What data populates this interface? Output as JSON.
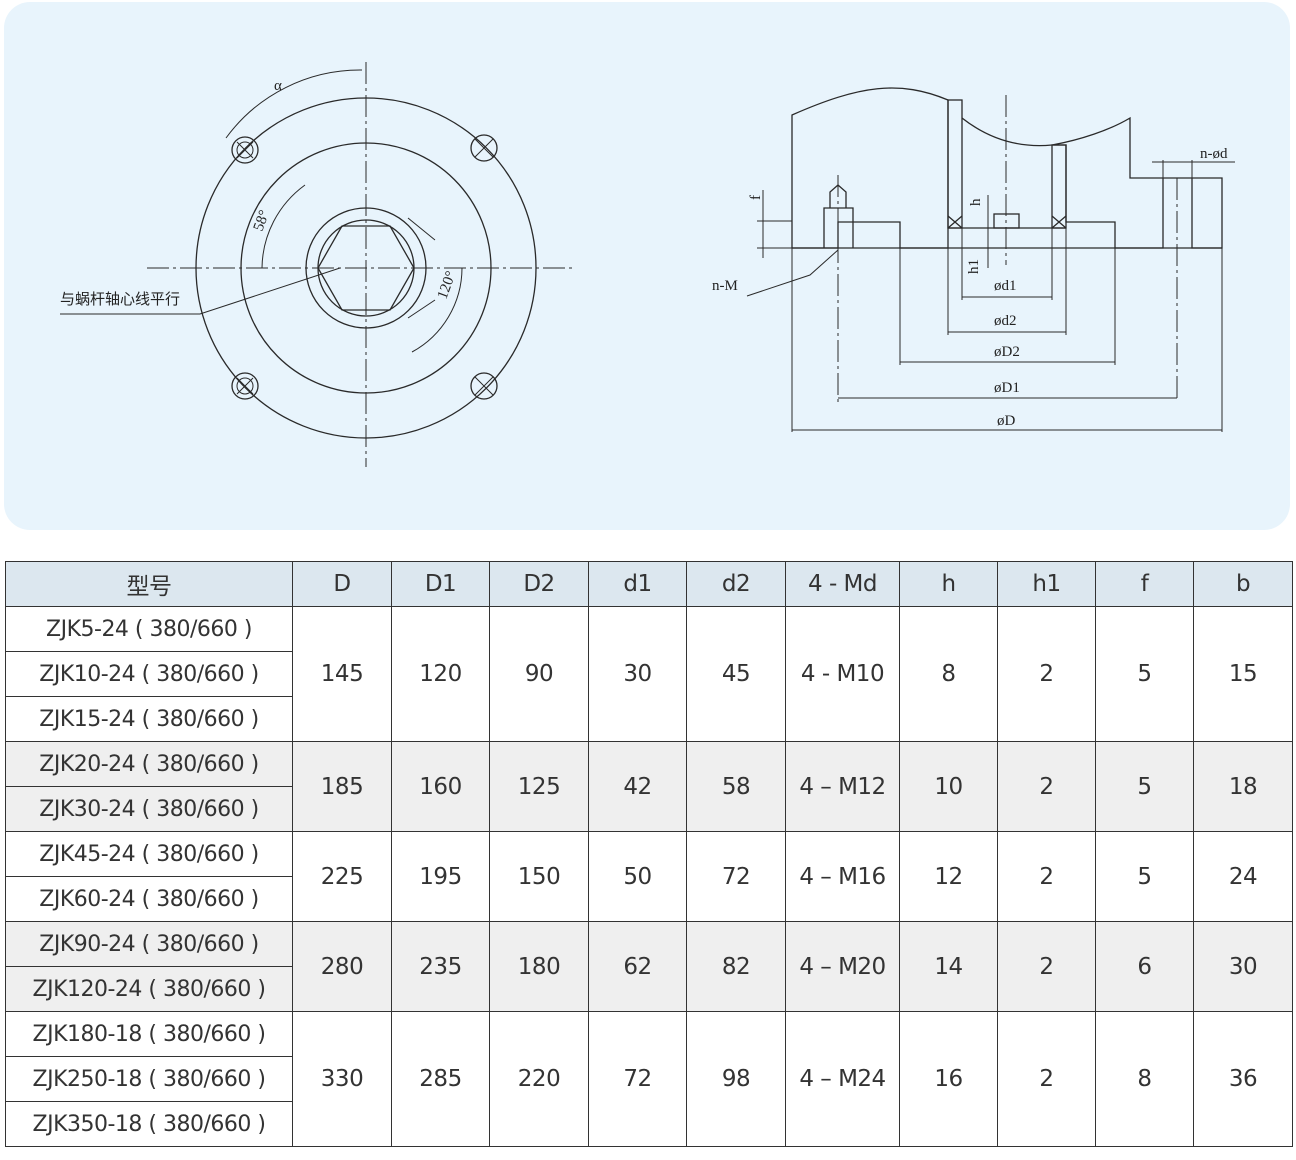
{
  "drawing": {
    "left_labels": {
      "alpha": "α",
      "angle_58": "58°",
      "angle_120": "120°",
      "parallel_note": "与蜗杆轴心线平行"
    },
    "right_labels": {
      "f": "f",
      "h": "h",
      "h1": "h1",
      "n_M": "n-M",
      "n_d": "n-ød",
      "d1": "ød1",
      "d2": "ød2",
      "D2": "øD2",
      "D1": "øD1",
      "D": "øD"
    }
  },
  "table": {
    "headers": [
      "型号",
      "D",
      "D1",
      "D2",
      "d1",
      "d2",
      "4 - Md",
      "h",
      "h1",
      "f",
      "b"
    ],
    "groups": [
      {
        "models": [
          "ZJK5-24 ( 380/660 )",
          "ZJK10-24 ( 380/660 )",
          "ZJK15-24 ( 380/660 )"
        ],
        "values": [
          "145",
          "120",
          "90",
          "30",
          "45",
          "4 - M10",
          "8",
          "2",
          "5",
          "15"
        ]
      },
      {
        "models": [
          "ZJK20-24 ( 380/660 )",
          "ZJK30-24 ( 380/660 )"
        ],
        "values": [
          "185",
          "160",
          "125",
          "42",
          "58",
          "4 – M12",
          "10",
          "2",
          "5",
          "18"
        ]
      },
      {
        "models": [
          "ZJK45-24 ( 380/660 )",
          "ZJK60-24 ( 380/660 )"
        ],
        "values": [
          "225",
          "195",
          "150",
          "50",
          "72",
          "4 – M16",
          "12",
          "2",
          "5",
          "24"
        ]
      },
      {
        "models": [
          "ZJK90-24 ( 380/660 )",
          "ZJK120-24 ( 380/660 )"
        ],
        "values": [
          "280",
          "235",
          "180",
          "62",
          "82",
          "4 – M20",
          "14",
          "2",
          "6",
          "30"
        ]
      },
      {
        "models": [
          "ZJK180-18 ( 380/660 )",
          "ZJK250-18 ( 380/660 )",
          "ZJK350-18 ( 380/660 )"
        ],
        "values": [
          "330",
          "285",
          "220",
          "72",
          "98",
          "4 – M24",
          "16",
          "2",
          "8",
          "36"
        ]
      }
    ]
  }
}
